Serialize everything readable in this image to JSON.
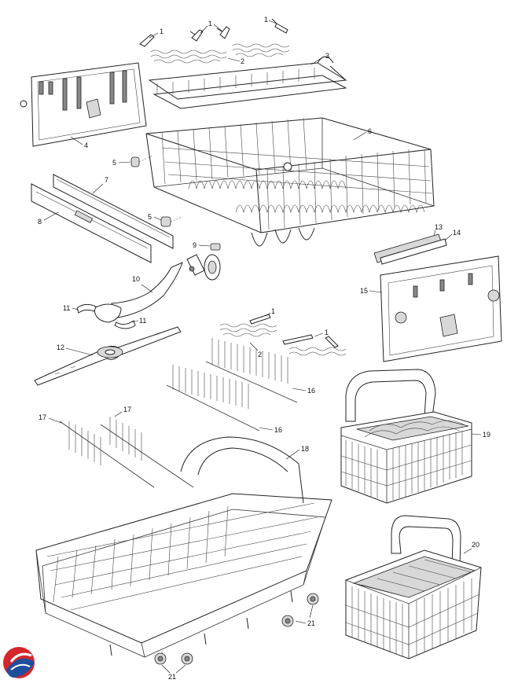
{
  "callouts": {
    "c1": "1",
    "c2": "2",
    "c3": "3",
    "c4": "4",
    "c5": "5",
    "c6": "6",
    "c7": "7",
    "c8": "8",
    "c9": "9",
    "c10": "10",
    "c11": "11",
    "c12": "12",
    "c13": "13",
    "c14": "14",
    "c15": "15",
    "c16": "16",
    "c17": "17",
    "c18": "18",
    "c19": "19",
    "c20": "20",
    "c21": "21"
  },
  "colors": {
    "logo_red": "#d4262c",
    "logo_blue": "#1f4e9c",
    "line": "#222222"
  }
}
